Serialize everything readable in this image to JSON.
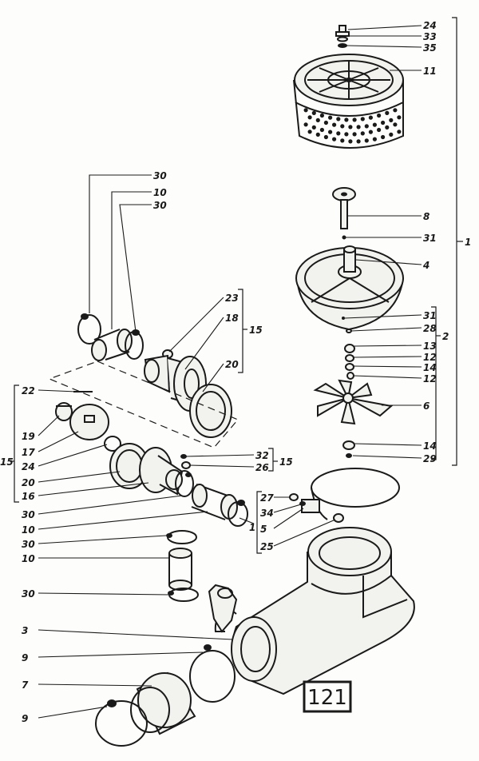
{
  "plate": {
    "number": "121"
  },
  "labels": {
    "l24": "24",
    "l33": "33",
    "l35": "35",
    "l11": "11",
    "l8": "8",
    "l31a": "31",
    "l4": "4",
    "l31b": "31",
    "l28": "28",
    "l13": "13",
    "l12a": "12",
    "l14a": "14",
    "l12b": "12",
    "l6": "6",
    "l14b": "14",
    "l29": "29",
    "g1": "1",
    "g2": "2",
    "l30a": "30",
    "l10a": "10",
    "l30b": "30",
    "l23": "23",
    "l18": "18",
    "l20a": "20",
    "g15a": "15",
    "l22": "22",
    "l19": "19",
    "l17": "17",
    "l24b": "24",
    "l20b": "20",
    "l16": "16",
    "g15b": "15",
    "l32": "32",
    "l26": "26",
    "g15c": "15",
    "l30c": "30",
    "l10b": "10",
    "l1": "1",
    "l27": "27",
    "l34": "34",
    "l5": "5",
    "l25": "25",
    "l30d": "30",
    "l10c": "10",
    "l30e": "30",
    "l3": "3",
    "l9a": "9",
    "l7": "7",
    "l9b": "9"
  }
}
